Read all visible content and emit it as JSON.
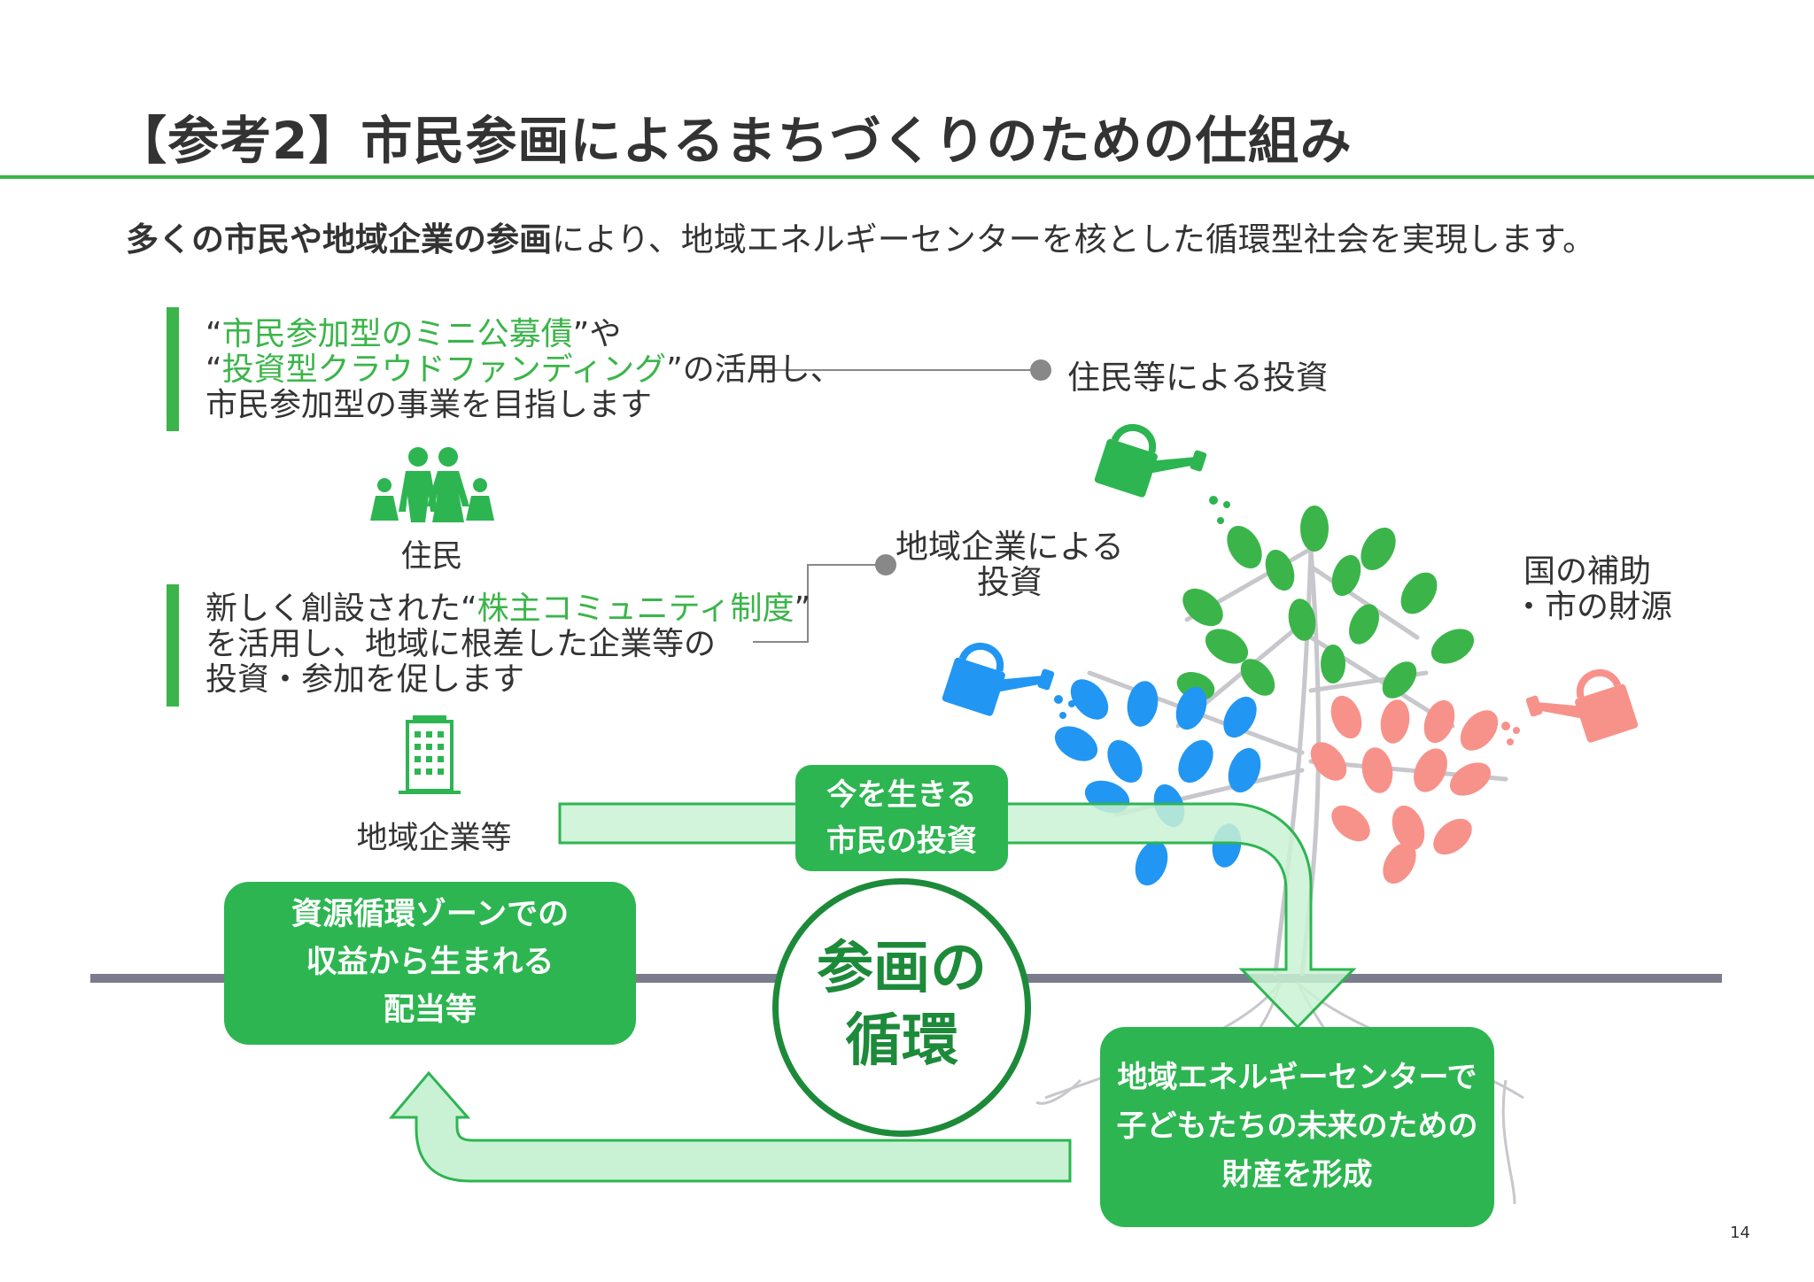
{
  "header": {
    "title": "【参考2】市民参画によるまちづくりのための仕組み"
  },
  "lead": {
    "bold": "多くの市民や地域企業の参画",
    "rest": "により、地域エネルギーセンターを核とした循環型社会を実現します。"
  },
  "citizen_note": {
    "line1_q_open": "“",
    "line1_hl": "市民参加型のミニ公募債",
    "line1_after": "”や",
    "line2_q_open": "“",
    "line2_hl": "投資型クラウドファンディング",
    "line2_after": "”の活用し、",
    "line3": "市民参加型の事業を目指します"
  },
  "citizen_label": "住民",
  "company_note": {
    "line1_before": "新しく創設された“",
    "line1_hl": "株主コミュニティ制度",
    "line1_after": "”",
    "line2": "を活用し、地域に根差した企業等の",
    "line3": "投資・参加を促します"
  },
  "company_label": "地域企業等",
  "callouts": {
    "resident_investment": "住民等による投資",
    "company_investment_1": "地域企業による",
    "company_investment_2": "投資",
    "national_1": "国の補助",
    "national_2": "・市の財源"
  },
  "boxes": {
    "today_investment": [
      "今を生きる",
      "市民の投資"
    ],
    "dividends": [
      "資源循環ゾーンでの",
      "収益から生まれる",
      "配当等"
    ],
    "center": [
      "地域エネルギーセンターで",
      "子どもたちの未来のための",
      "財産を形成"
    ]
  },
  "cycle": [
    "参画の",
    "循環"
  ],
  "page_number": "14",
  "colors": {
    "accent": "#3bb54a",
    "box_green": "#2db551",
    "arrow_fill": "#c9f2d4",
    "leaf_blue": "#2196f3",
    "leaf_pink": "#f7928a",
    "ground": "#7b7b8e",
    "cycle_ring": "#1d8a3a"
  }
}
